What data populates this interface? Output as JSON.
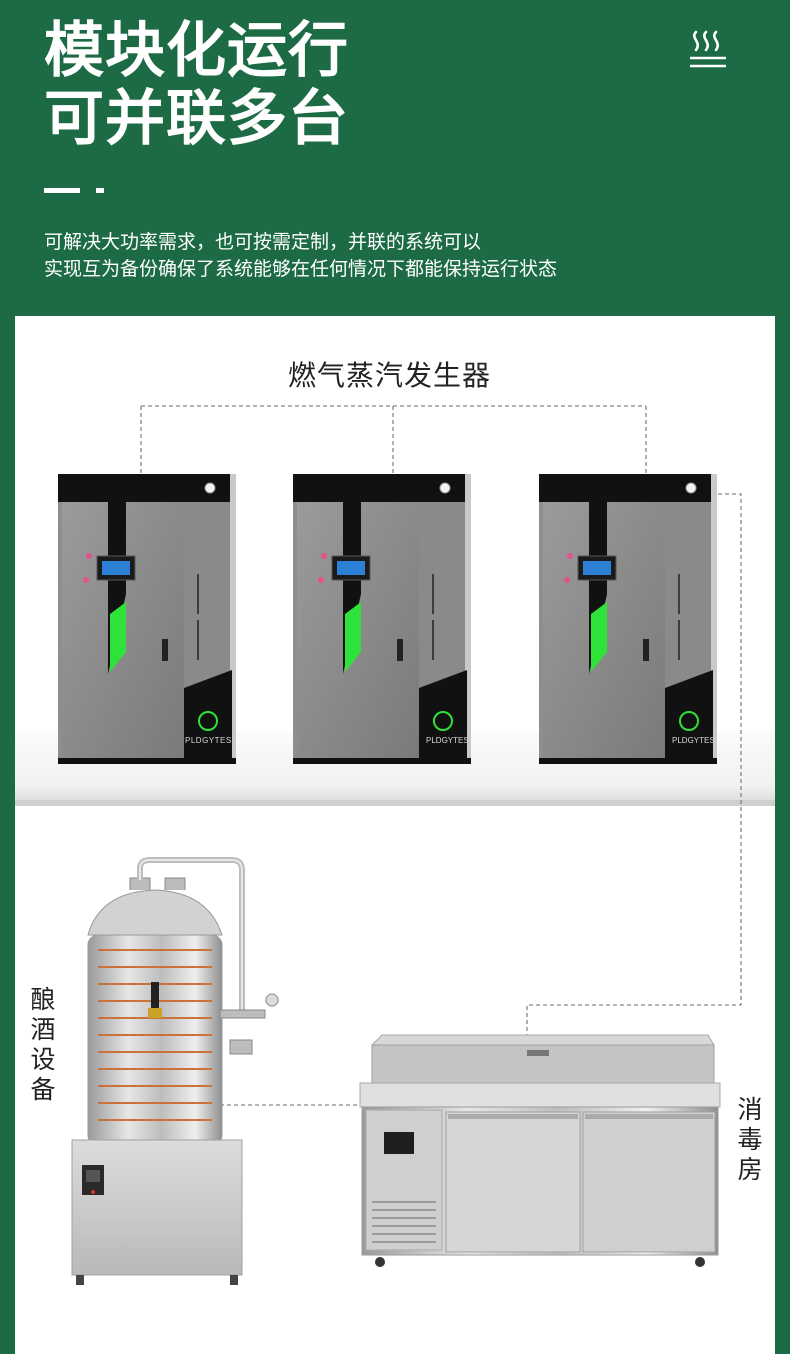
{
  "header": {
    "title_line1": "模块化运行",
    "title_line2": "可并联多台",
    "description_line1": "可解决大功率需求，也可按需定制，并联的系统可以",
    "description_line2": "实现互为备份确保了系统能够在任何情况下都能保持运行状态",
    "steam_icon": "steam-heat-icon"
  },
  "diagram": {
    "generator_label": "燃气蒸汽发生器",
    "brewing_label": "酿酒设备",
    "sterilization_label": "消毒房",
    "generator_brand": "PLDGYTES",
    "accent_color": "#2ee23a",
    "header_green": "#1d6b45"
  }
}
